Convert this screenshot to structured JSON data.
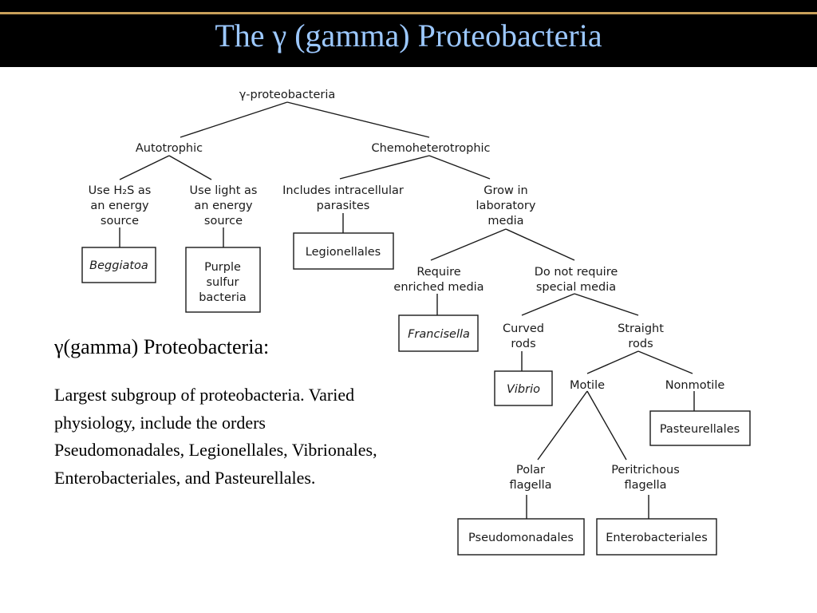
{
  "slide": {
    "title": "The γ (gamma) Proteobacteria",
    "heading": "γ(gamma) Proteobacteria:",
    "body": "Largest subgroup of proteobacteria. Varied physiology, include the orders Pseudomonadales, Legionellales, Vibrionales, Enterobacteriales, and Pasteurellales."
  },
  "diagram": {
    "root": "γ-proteobacteria",
    "autotrophic": "Autotrophic",
    "chemoheterotrophic": "Chemoheterotrophic",
    "use_h2s": [
      "Use H₂S as",
      "an energy",
      "source"
    ],
    "use_light": [
      "Use light as",
      "an energy",
      "source"
    ],
    "intracellular": [
      "Includes intracellular",
      "parasites"
    ],
    "grow_lab": [
      "Grow in",
      "laboratory",
      "media"
    ],
    "beggiatoa": "Beggiatoa",
    "purple_sulfur": [
      "Purple",
      "sulfur",
      "bacteria"
    ],
    "legionellales": "Legionellales",
    "require_enriched": [
      "Require",
      "enriched media"
    ],
    "not_require": [
      "Do not require",
      "special media"
    ],
    "francisella": "Francisella",
    "curved_rods": [
      "Curved",
      "rods"
    ],
    "straight_rods": [
      "Straight",
      "rods"
    ],
    "vibrio": "Vibrio",
    "motile": "Motile",
    "nonmotile": "Nonmotile",
    "pasteurellales": "Pasteurellales",
    "polar_flagella": [
      "Polar",
      "flagella"
    ],
    "peritrichous_flagella": [
      "Peritrichous",
      "flagella"
    ],
    "pseudomonadales": "Pseudomonadales",
    "enterobacteriales": "Enterobacteriales"
  }
}
